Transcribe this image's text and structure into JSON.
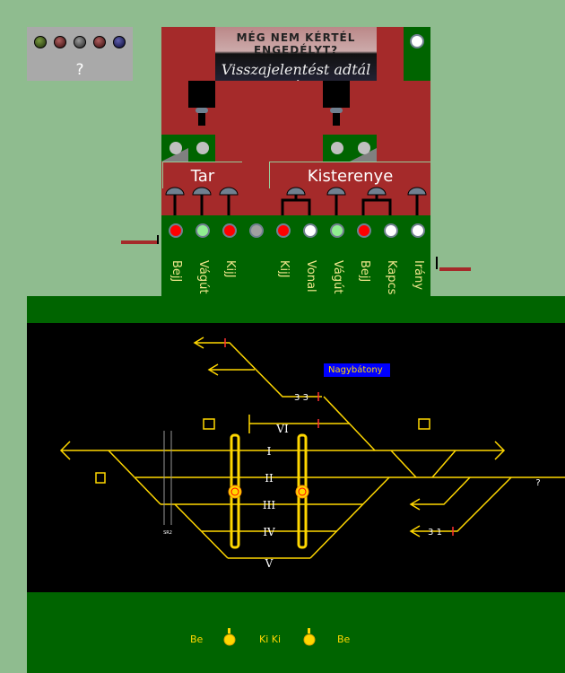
{
  "indicators": {
    "lights": [
      {
        "name": "green",
        "color": "#2e4a10"
      },
      {
        "name": "red",
        "color": "#5a1010"
      },
      {
        "name": "gray",
        "color": "#444444"
      },
      {
        "name": "red2",
        "color": "#5a1010"
      },
      {
        "name": "blue",
        "color": "#101050"
      }
    ],
    "help": "?"
  },
  "sign": {
    "line1": "MÉG NEM KÉRTÉL ENGEDÉLYT?",
    "line2": "Visszajelentést adtál már?"
  },
  "stations": {
    "left": "Tar",
    "right": "Kisterenye"
  },
  "lamps": [
    {
      "label": "BejJ",
      "color": "#ff0000"
    },
    {
      "label": "Vágút",
      "color": "#90ee90"
    },
    {
      "label": "KijJ",
      "color": "#ff0000"
    },
    {
      "label": "",
      "color": "#a0a0a0"
    },
    {
      "label": "KijJ",
      "color": "#ff0000"
    },
    {
      "label": "Vonal",
      "color": "#ffffff"
    },
    {
      "label": "Vágút",
      "color": "#90ee90"
    },
    {
      "label": "BejJ",
      "color": "#ff0000"
    },
    {
      "label": "Kapcs",
      "color": "#ffffff"
    },
    {
      "label": "Irány",
      "color": "#ffffff"
    }
  ],
  "track": {
    "tracks": [
      "I",
      "II",
      "III",
      "IV",
      "V",
      "VI"
    ],
    "station_label": "Nagybátony",
    "signal_a": "3 3",
    "signal_b": "3 1",
    "unknown": "?",
    "crossing": "SR2"
  },
  "bottom": {
    "left": "Be",
    "middle": "Ki Ki",
    "right": "Be"
  },
  "colors": {
    "track": "#ffd700",
    "panel": "#a52a2a",
    "green": "#006400"
  }
}
